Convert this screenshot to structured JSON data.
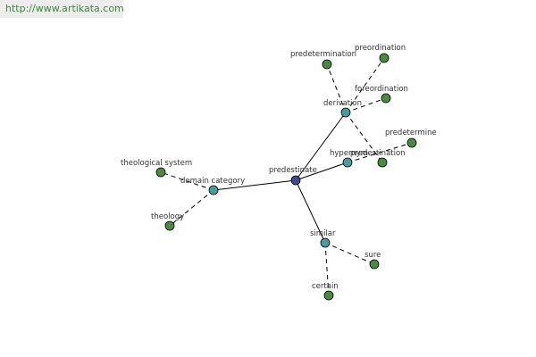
{
  "header": {
    "url": "http://www.artikata.com"
  },
  "colors": {
    "center": "#3d4b8e",
    "relation": "#4a9aa0",
    "leaf": "#4c8a3f"
  },
  "graph": {
    "nodes": [
      {
        "id": "predestinate",
        "label": "predestinate",
        "kind": "center"
      },
      {
        "id": "derivation",
        "label": "derivation",
        "kind": "relation"
      },
      {
        "id": "hypernym",
        "label": "hypernym",
        "kind": "relation"
      },
      {
        "id": "domain-category",
        "label": "domain category",
        "kind": "relation"
      },
      {
        "id": "similar",
        "label": "similar",
        "kind": "relation"
      },
      {
        "id": "predetermination",
        "label": "predetermination",
        "kind": "leaf"
      },
      {
        "id": "preordination",
        "label": "preordination",
        "kind": "leaf"
      },
      {
        "id": "foreordination",
        "label": "foreordination",
        "kind": "leaf"
      },
      {
        "id": "predestination",
        "label": "predestination",
        "kind": "leaf"
      },
      {
        "id": "predetermine",
        "label": "predetermine",
        "kind": "leaf"
      },
      {
        "id": "theological-system",
        "label": "theological system",
        "kind": "leaf"
      },
      {
        "id": "theology",
        "label": "theology",
        "kind": "leaf"
      },
      {
        "id": "sure",
        "label": "sure",
        "kind": "leaf"
      },
      {
        "id": "certain",
        "label": "certain",
        "kind": "leaf"
      }
    ],
    "edges": [
      {
        "from": "predestinate",
        "to": "derivation",
        "style": "solid"
      },
      {
        "from": "predestinate",
        "to": "hypernym",
        "style": "solid"
      },
      {
        "from": "predestinate",
        "to": "domain-category",
        "style": "solid"
      },
      {
        "from": "predestinate",
        "to": "similar",
        "style": "solid"
      },
      {
        "from": "derivation",
        "to": "predetermination",
        "style": "dashed"
      },
      {
        "from": "derivation",
        "to": "preordination",
        "style": "dashed"
      },
      {
        "from": "derivation",
        "to": "foreordination",
        "style": "dashed"
      },
      {
        "from": "derivation",
        "to": "predestination",
        "style": "dashed"
      },
      {
        "from": "hypernym",
        "to": "predetermine",
        "style": "dashed"
      },
      {
        "from": "domain-category",
        "to": "theological-system",
        "style": "dashed"
      },
      {
        "from": "domain-category",
        "to": "theology",
        "style": "dashed"
      },
      {
        "from": "similar",
        "to": "sure",
        "style": "dashed"
      },
      {
        "from": "similar",
        "to": "certain",
        "style": "dashed"
      }
    ]
  }
}
